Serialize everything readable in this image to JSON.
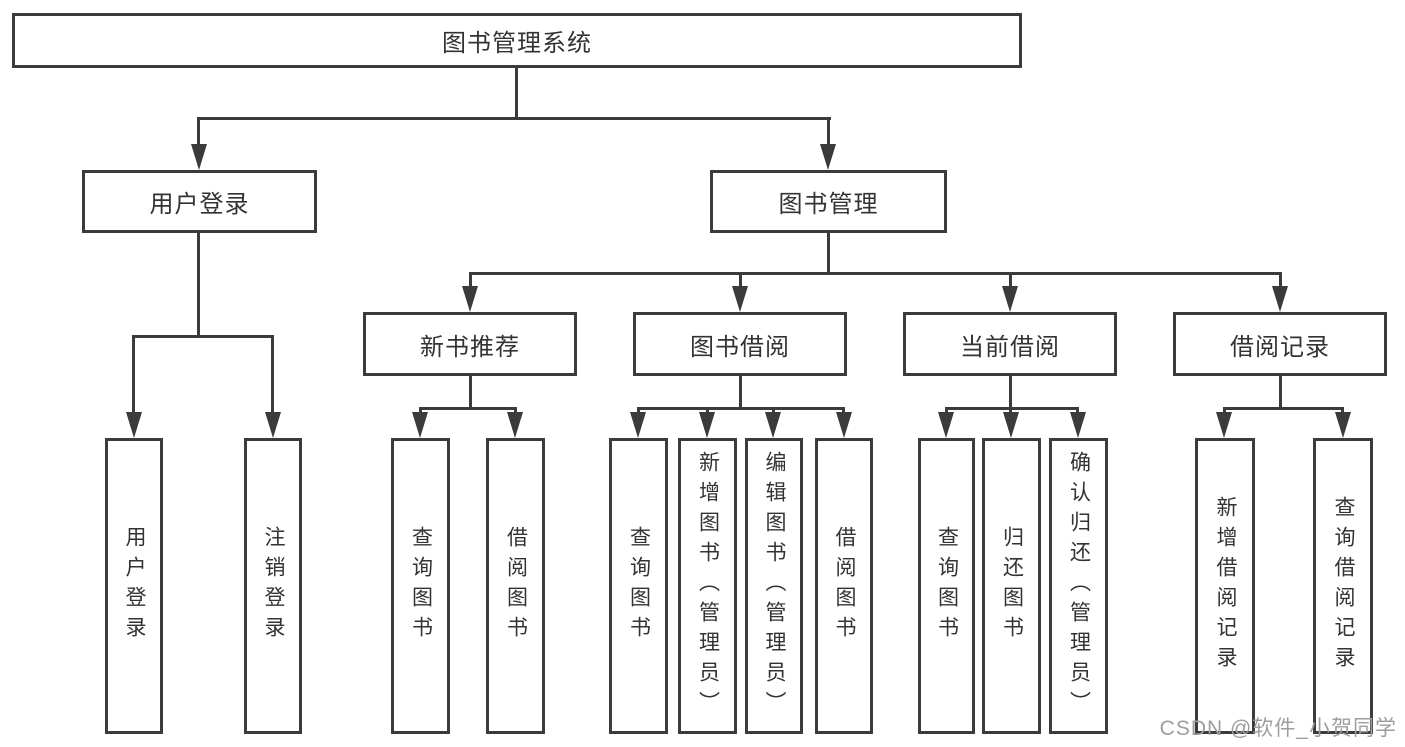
{
  "diagram": {
    "type": "tree",
    "root": {
      "label": "图书管理系统"
    },
    "branches": [
      {
        "label": "用户登录",
        "children": [
          {
            "label": "用户登录"
          },
          {
            "label": "注销登录"
          }
        ]
      },
      {
        "label": "图书管理",
        "children": [
          {
            "label": "新书推荐",
            "children": [
              {
                "label": "查询图书"
              },
              {
                "label": "借阅图书"
              }
            ]
          },
          {
            "label": "图书借阅",
            "children": [
              {
                "label": "查询图书"
              },
              {
                "label": "新增图书（管理员）"
              },
              {
                "label": "编辑图书（管理员）"
              },
              {
                "label": "借阅图书"
              }
            ]
          },
          {
            "label": "当前借阅",
            "children": [
              {
                "label": "查询图书"
              },
              {
                "label": "归还图书"
              },
              {
                "label": "确认归还（管理员）"
              }
            ]
          },
          {
            "label": "借阅记录",
            "children": [
              {
                "label": "新增借阅记录"
              },
              {
                "label": "查询借阅记录"
              }
            ]
          }
        ]
      }
    ]
  },
  "watermark": {
    "text": "CSDN @软件_小贺同学"
  },
  "colors": {
    "line": "#3b3b3b",
    "text": "#333333",
    "background": "#ffffff",
    "watermark": "#9e9e9e"
  }
}
